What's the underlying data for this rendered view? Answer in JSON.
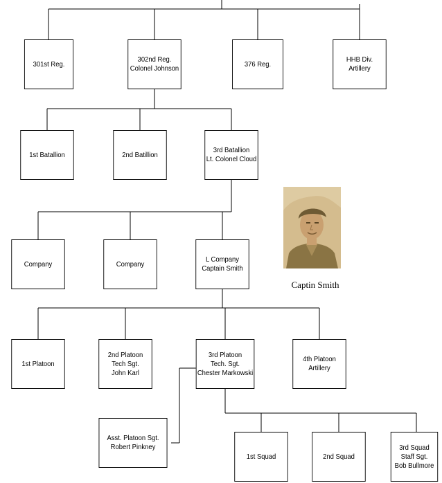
{
  "org_chart": {
    "regiments": [
      {
        "lines": [
          "301st Reg."
        ]
      },
      {
        "lines": [
          "302nd Reg.",
          "Colonel Johnson"
        ]
      },
      {
        "lines": [
          "376 Reg."
        ]
      },
      {
        "lines": [
          "HHB Div.",
          "Artillery"
        ]
      }
    ],
    "battalions": [
      {
        "lines": [
          "1st Batallion"
        ]
      },
      {
        "lines": [
          "2nd Batillion"
        ]
      },
      {
        "lines": [
          "3rd Batallion",
          "Lt. Colonel Cloud"
        ]
      }
    ],
    "companies": [
      {
        "lines": [
          "Company"
        ]
      },
      {
        "lines": [
          "Company"
        ]
      },
      {
        "lines": [
          "L Company",
          "Captain Smith"
        ]
      }
    ],
    "platoons": [
      {
        "lines": [
          "1st Platoon"
        ]
      },
      {
        "lines": [
          "2nd Platoon",
          "Tech Sgt.",
          "John Karl"
        ]
      },
      {
        "lines": [
          "3rd Platoon",
          "Tech. Sgt.",
          "Chester Markowski"
        ]
      },
      {
        "lines": [
          "4th Platoon",
          "Artillery"
        ]
      }
    ],
    "assistant": {
      "lines": [
        "Asst. Platoon Sgt.",
        "Robert Pinkney"
      ]
    },
    "squads": [
      {
        "lines": [
          "1st Squad"
        ]
      },
      {
        "lines": [
          "2nd Squad"
        ]
      },
      {
        "lines": [
          "3rd Squad",
          "Staff Sgt.",
          "Bob Bullmore"
        ]
      }
    ]
  },
  "photo": {
    "caption": "Captin Smith",
    "colors": {
      "background": "#d4bc8e",
      "uniform": "#8a7444",
      "face": "#c9a070",
      "cap": "#6e5a34"
    }
  },
  "colors": {
    "line": "#000000",
    "box_border": "#000000",
    "text": "#000000"
  }
}
